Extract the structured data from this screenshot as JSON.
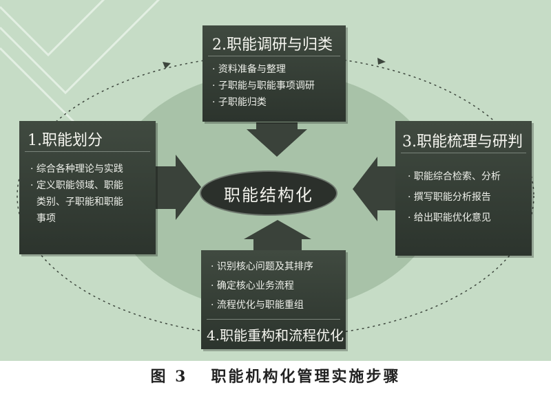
{
  "center": {
    "label": "职能结构化"
  },
  "steps": [
    {
      "id": "step1",
      "title": "1.职能划分",
      "items": [
        "· 综合各种理论与实践",
        "· 定义职能领域、职能",
        "  类别、子职能和职能",
        "  事项"
      ]
    },
    {
      "id": "step2",
      "title": "2.职能调研与归类",
      "items": [
        "· 资料准备与整理",
        "· 子职能与职能事项调研",
        "· 子职能归类"
      ]
    },
    {
      "id": "step3",
      "title": "3.职能梳理与研判",
      "items": [
        "· 职能综合检索、分析",
        "· 撰写职能分析报告",
        "· 给出职能优化意见"
      ]
    },
    {
      "id": "step4",
      "title": "4.职能重构和流程优化",
      "items": [
        "· 识别核心问题及其排序",
        "· 确定核心业务流程",
        "· 流程优化与职能重组"
      ]
    }
  ],
  "caption": {
    "figure": "图 3",
    "text": "职能机构化管理实施步骤"
  },
  "colors": {
    "background": "#c6dcc6",
    "box": "#353d35",
    "ellipse": "#a9c4a9",
    "arrow": "#3a423a"
  }
}
